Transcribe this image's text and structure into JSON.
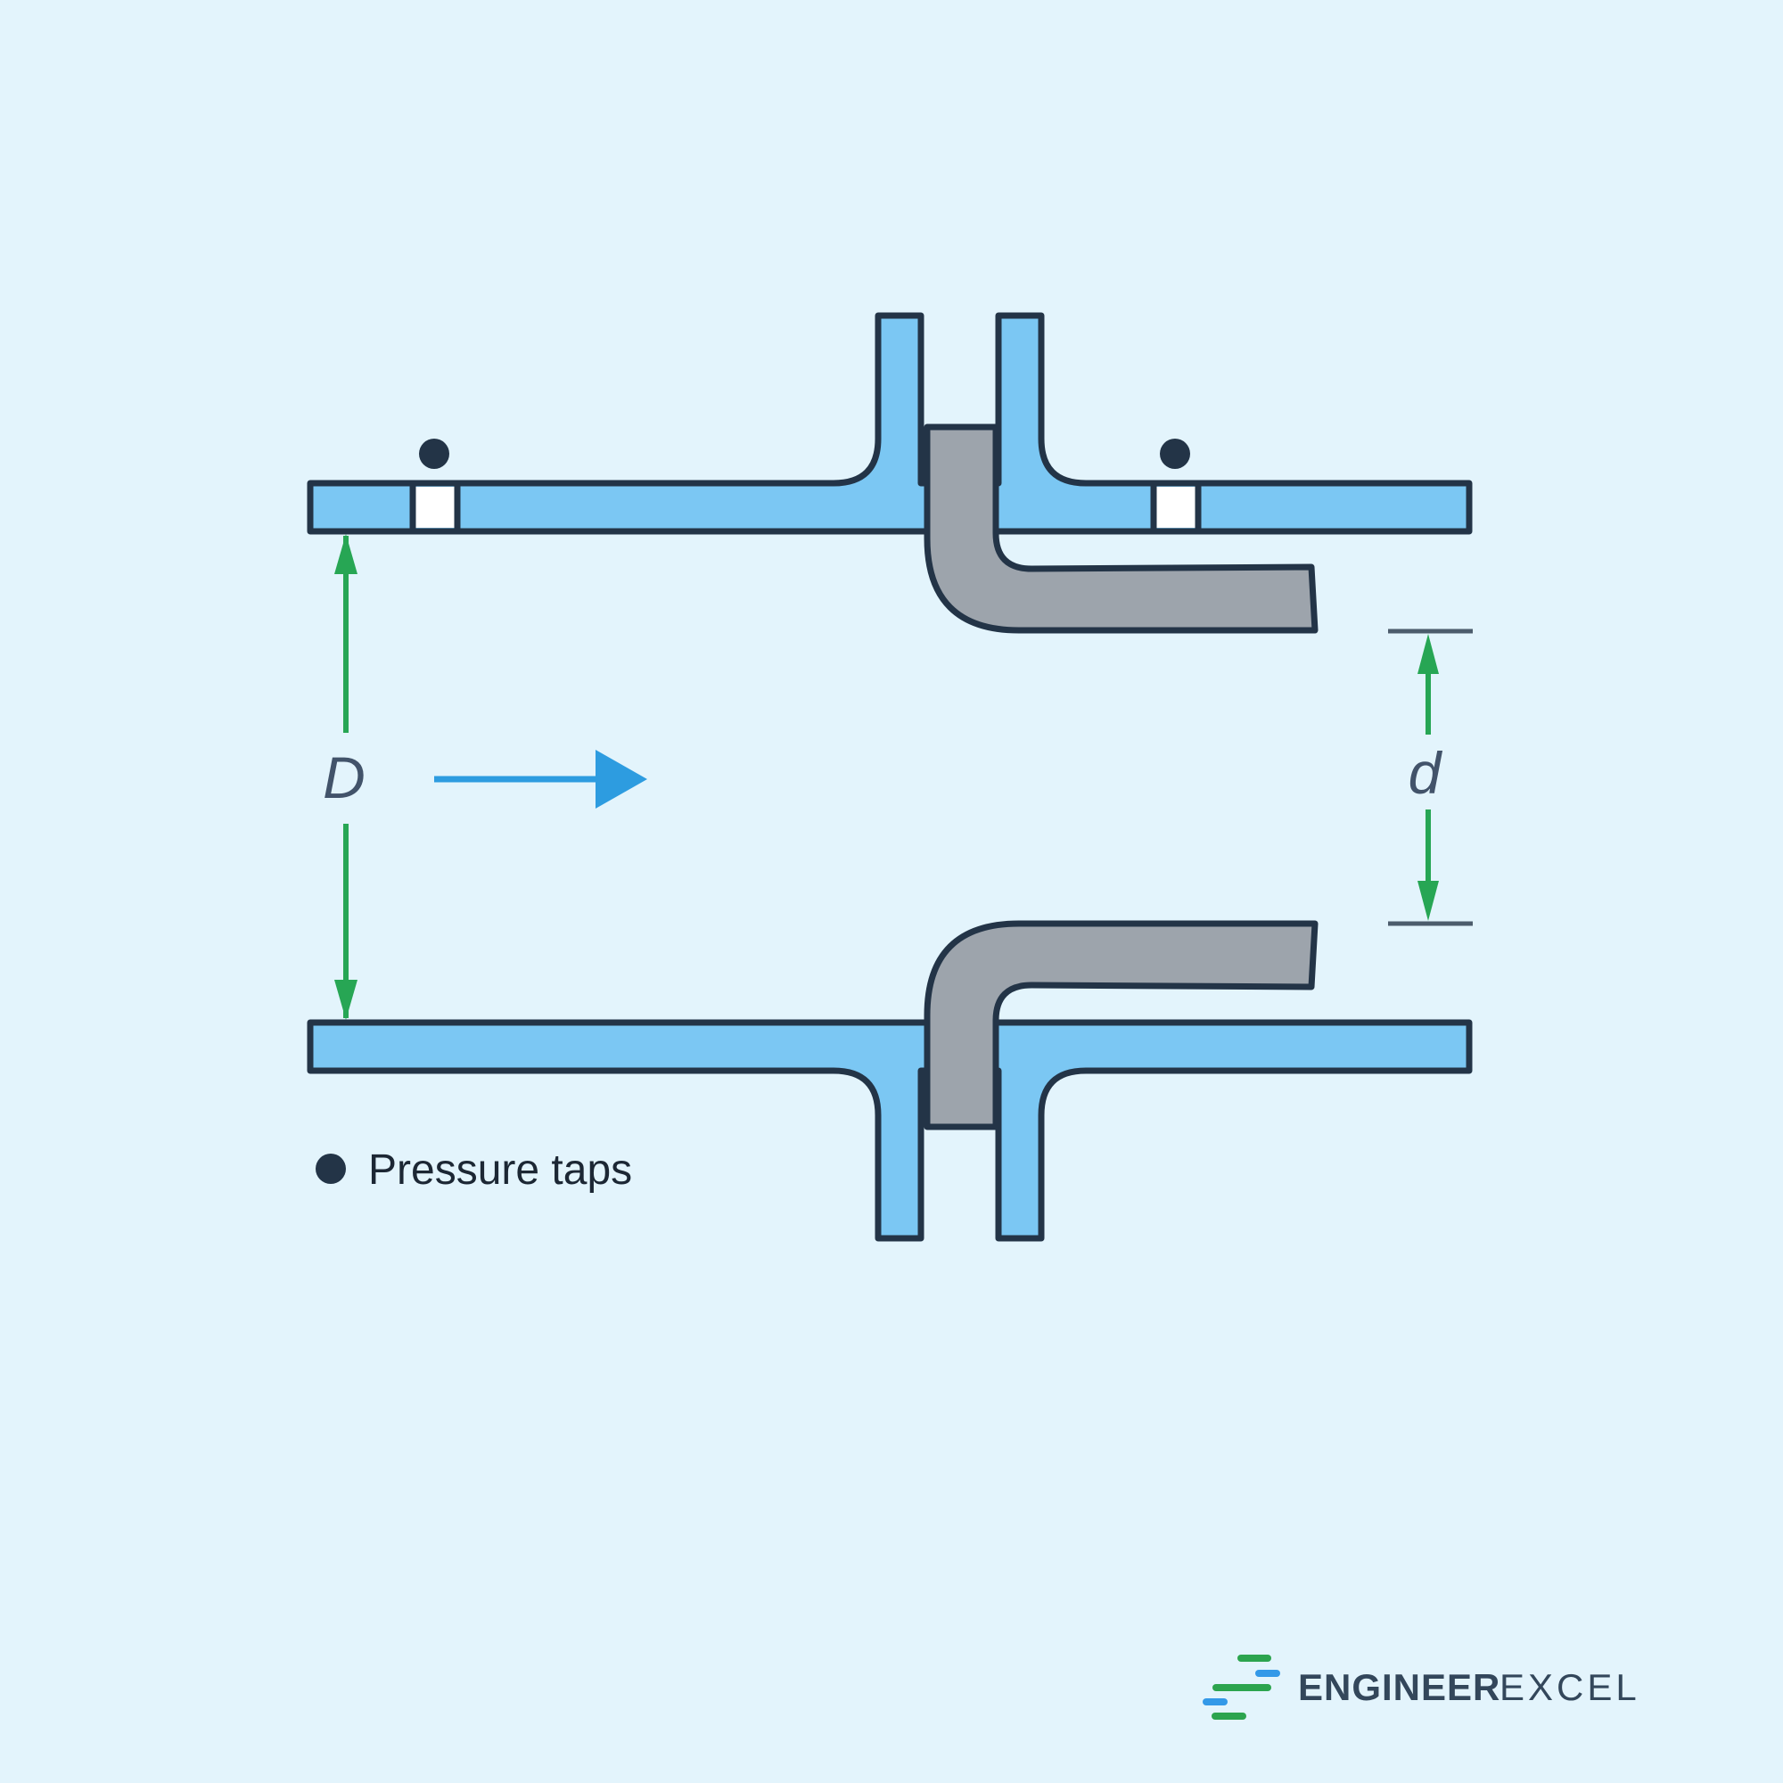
{
  "colors": {
    "background": "#e3f4fc",
    "pipe-fill": "#7bc7f3",
    "outline": "#233447",
    "nozzle-fill": "#9da4ac",
    "tap-white": "#ffffff",
    "dimension-green": "#27a654",
    "flow-blue": "#2d9ce0",
    "tick-slate": "#4c5c6c",
    "label-color": "#42536a",
    "legend-text": "#1c2734",
    "logo-text": "#33475b",
    "logo-green": "#2ca44e",
    "logo-blue": "#3399e8"
  },
  "labels": {
    "pipe_diameter": "D",
    "throat_diameter": "d"
  },
  "legend": {
    "pressure_taps": "Pressure taps"
  },
  "logo": {
    "brand_bold": "ENGINEER",
    "brand_light": "EXCEL"
  },
  "icons": {
    "pressure_tap_marker": "filled-circle",
    "flow_direction": "right-arrow",
    "dimension_arrows": "double-headed-vertical-arrow",
    "logo_mark": "staggered-bars"
  }
}
